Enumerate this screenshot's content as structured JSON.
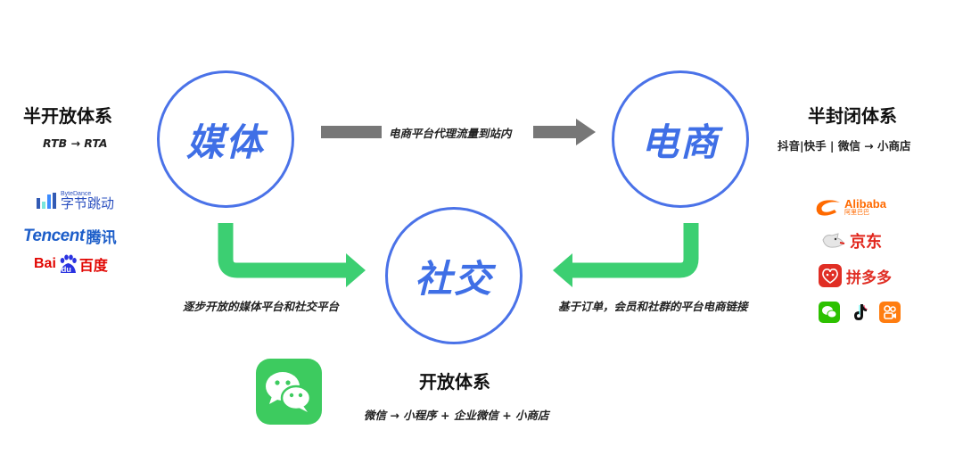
{
  "nodes": {
    "media": {
      "label": "媒体"
    },
    "ecommerce": {
      "label": "电商"
    },
    "social": {
      "label": "社交"
    }
  },
  "edges": {
    "media_to_ecommerce": "电商平台代理流量到站内",
    "media_to_social": "逐步开放的媒体平台和社交平台",
    "ecommerce_to_social": "基于订单，会员和社群的平台电商链接"
  },
  "semi_open": {
    "title": "半开放体系",
    "subtitle": "RTB → RTA",
    "logos": {
      "bytedance_small": "ByteDance",
      "bytedance": "字节跳动",
      "tencent_en": "Tencent",
      "tencent_cn": "腾讯",
      "baidu_en": "Bai",
      "baidu_du": "du",
      "baidu_cn": "百度"
    }
  },
  "semi_closed": {
    "title": "半封闭体系",
    "subtitle": "抖音|快手 | 微信 → 小商店",
    "logos": {
      "alibaba_en": "Alibaba",
      "alibaba_cn": "阿里巴巴",
      "jd": "京东",
      "pdd": "拼多多"
    }
  },
  "open": {
    "title": "开放体系",
    "subtitle": "微信 → 小程序 + 企业微信 + 小商店"
  },
  "colors": {
    "circle": "#4a72e8",
    "circle_text": "#3f6fe6",
    "green_arrow": "#3ccf72",
    "gray_arrow": "#777777"
  },
  "icons": [
    "wechat-icon",
    "tiktok-icon",
    "kuaishou-icon",
    "jd-dog-icon",
    "bytedance-bars-icon",
    "baidu-paw-icon"
  ]
}
